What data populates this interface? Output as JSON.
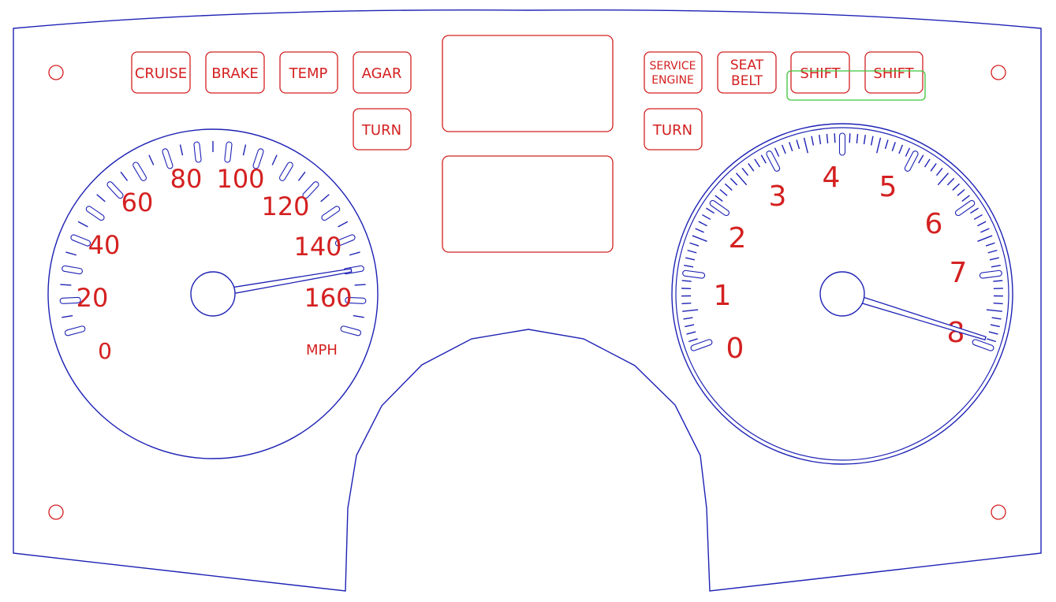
{
  "panel": {
    "outline_color": "#1e22b4",
    "label_color": "#d42020",
    "highlight_color": "#3cc43c"
  },
  "warning_lamps": {
    "cruise": "CRUISE",
    "brake": "BRAKE",
    "temp": "TEMP",
    "agar": "AGAR",
    "turn_left": "TURN",
    "service_engine_line1": "SERVICE",
    "service_engine_line2": "ENGINE",
    "seat_belt_line1": "SEAT",
    "seat_belt_line2": "BELT",
    "shift_1": "SHIFT",
    "shift_2": "SHIFT",
    "turn_right": "TURN"
  },
  "speedometer": {
    "unit": "MPH",
    "labels": [
      "0",
      "20",
      "40",
      "60",
      "80",
      "100",
      "120",
      "140",
      "160"
    ],
    "needle_value_mph": 150
  },
  "tachometer": {
    "labels": [
      "0",
      "1",
      "2",
      "3",
      "4",
      "5",
      "6",
      "7",
      "8"
    ],
    "needle_value": 7.9
  }
}
